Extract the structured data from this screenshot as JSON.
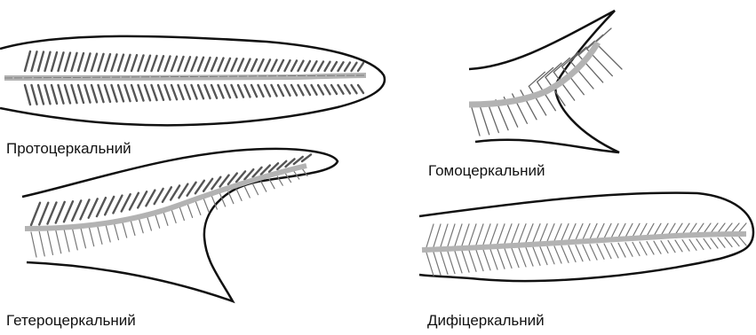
{
  "panels": [
    {
      "id": "protocercal",
      "label": "Протоцеркальний"
    },
    {
      "id": "homocercal",
      "label": "Гомоцеркальний"
    },
    {
      "id": "heterocercal",
      "label": "Гетероцеркальний"
    },
    {
      "id": "diphycercal",
      "label": "Дифіцеркальний"
    }
  ],
  "colors": {
    "outline": "#111111",
    "spine": "#b3b3b3",
    "dark_ray": "#555555",
    "light_ray": "#ffffff"
  }
}
